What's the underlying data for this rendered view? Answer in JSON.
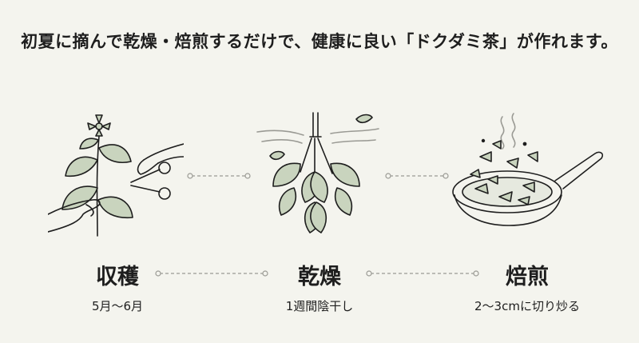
{
  "headline": "初夏に摘んで乾燥・焙煎するだけで、健康に良い「ドクダミ茶」が作れます。",
  "steps": [
    {
      "icon": "harvest-hands-plant-icon",
      "title": "収穫",
      "desc": "5月〜6月"
    },
    {
      "icon": "hanging-drying-bundle-icon",
      "title": "乾燥",
      "desc": "1週間陰干し"
    },
    {
      "icon": "frying-pan-roasting-icon",
      "title": "焙煎",
      "desc": "2〜3cmに切り炒る"
    }
  ],
  "colors": {
    "background": "#f4f4ee",
    "ink": "#1e1e1e",
    "leaf": "#c9d4be",
    "connector": "#9a9a94"
  }
}
